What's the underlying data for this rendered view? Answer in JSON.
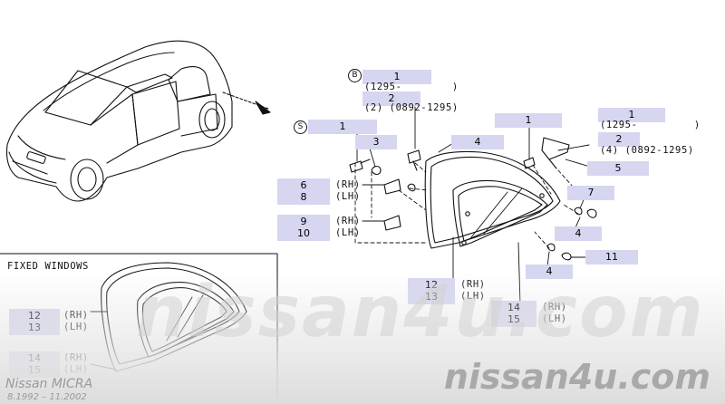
{
  "section_title": "FIXED WINDOWS",
  "callouts": {
    "b1": "1",
    "b1_range": "(1295-        )",
    "b2": "2",
    "b2_range": "(2) (0892-1295)",
    "s1": "1",
    "c3": "3",
    "c4a": "4",
    "c1": "1",
    "r1": "1",
    "r1_range": "(1295-         )",
    "r2": "2",
    "r2_range": "(4) (0892-1295)",
    "c5": "5",
    "c6": "6",
    "c8": "8",
    "rh": "(RH)",
    "lh": "(LH)",
    "c9": "9",
    "c10": "10",
    "c7": "7",
    "c4b": "4",
    "c4c": "4",
    "c11": "11",
    "c12": "12",
    "c13": "13",
    "c14": "14",
    "c15": "15",
    "f12": "12",
    "f13": "13",
    "f14": "14",
    "f15": "15"
  },
  "markers": {
    "b": "B",
    "s": "S"
  },
  "watermark": "nissan4u.com",
  "brand": "Nissan MICRA",
  "dates": "8.1992 – 11.2002"
}
